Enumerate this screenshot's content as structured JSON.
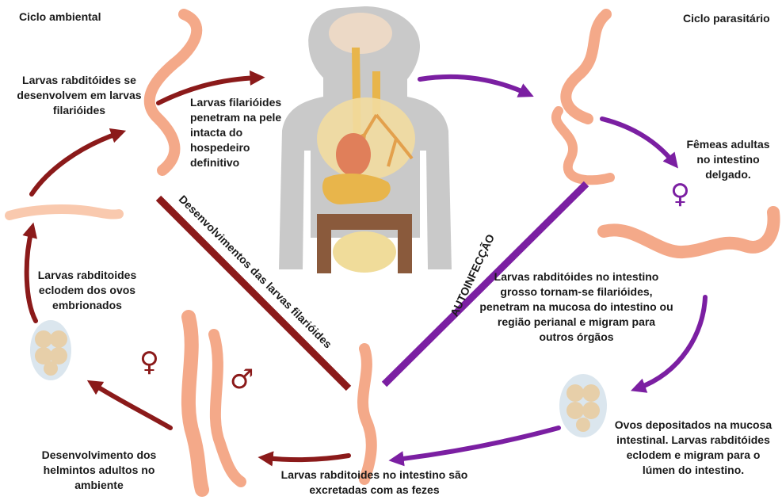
{
  "titles": {
    "environmental_cycle": "Ciclo ambiental",
    "parasitic_cycle": "Ciclo parasitário"
  },
  "labels": {
    "rhabditoid_to_filariform": "Larvas rabditóides se desenvolvem em larvas filarióides",
    "filariform_penetrate_skin": "Larvas filarióides penetram na pele intacta do hospedeiro definitivo",
    "adult_females_small_intestine": "Fêmeas adultas no intestino delgado.",
    "rhabditoid_hatch_from_eggs": "Larvas rabditoides eclodem dos ovos embrionados",
    "autoinfection_description": "Larvas rabditóides no intestino grosso tornam-se filarióides, penetram na mucosa do intestino ou região perianal e migram para outros órgãos",
    "eggs_in_mucosa": "Ovos depositados na mucosa intestinal. Larvas rabditóides eclodem e migram para o lúmen do intestino.",
    "adult_helminth_development": "Desenvolvimento dos helmintos adultos no ambiente",
    "rhabditoid_excreted": "Larvas rabditoides no intestino são excretadas com as fezes",
    "filariform_development_band": "Desenvolvimentos das larvas filarióides",
    "autoinfection_band": "AUTOINFECÇÃO"
  },
  "symbols": {
    "female": "♀",
    "male": "♂"
  },
  "colors": {
    "environmental_arrow": "#8b1a1a",
    "parasitic_arrow": "#7b1fa2",
    "larva_fill": "#f4a989",
    "larva_light": "#f9c9ae",
    "body_silhouette": "#c9c9c9",
    "egg_fill": "#e7cfa9"
  }
}
